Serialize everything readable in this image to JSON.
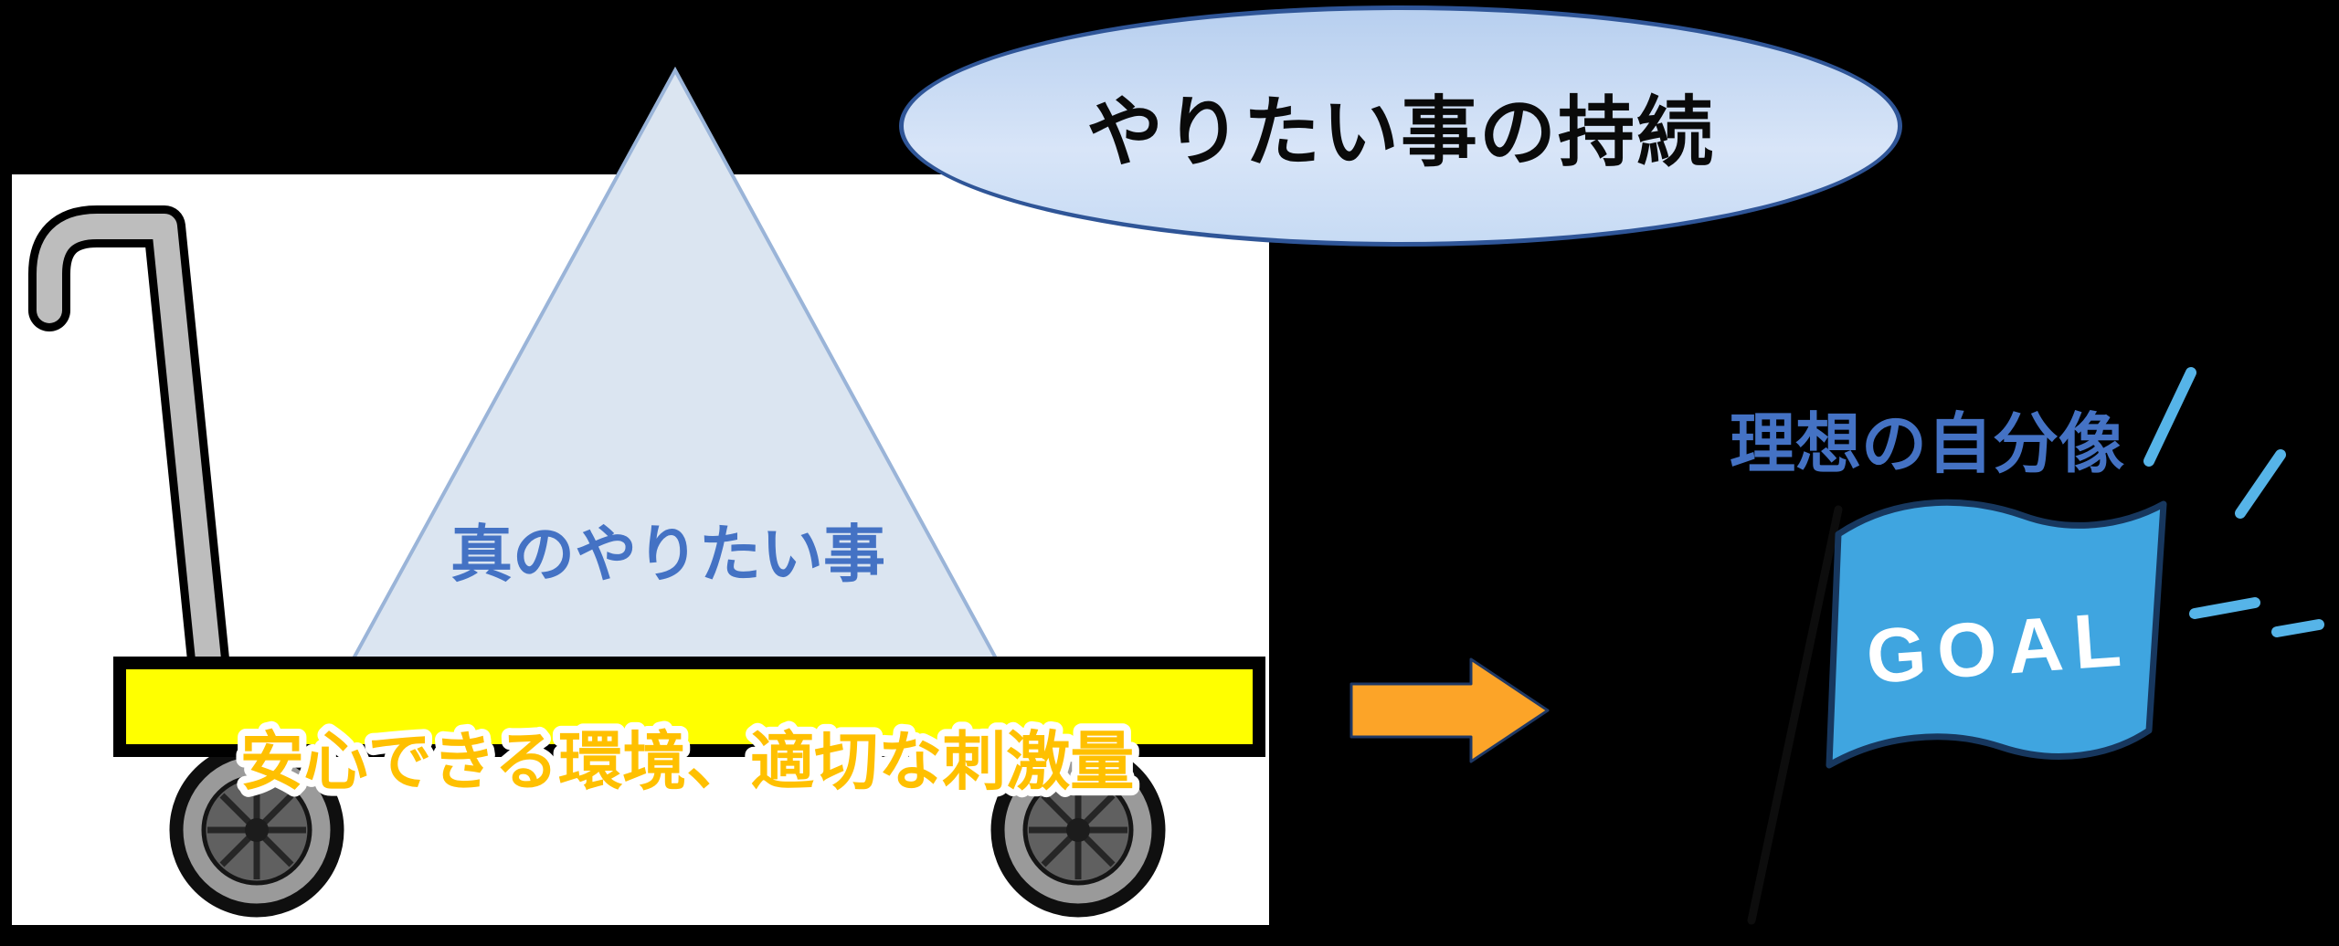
{
  "bubble": {
    "label": "やりたい事の持続"
  },
  "cart": {
    "triangle_label": "真のやりたい事",
    "platform_label": "安心できる環境、適切な刺激量"
  },
  "goal": {
    "title": "理想の自分像",
    "flag_label": "GOAL"
  },
  "icons": {
    "cart": "hand-truck-cart-icon",
    "arrow": "right-block-arrow-icon",
    "flag": "goal-flag-icon",
    "sparkles": "sparkle-dashes-icon"
  },
  "colors": {
    "background": "#000000",
    "bubble_fill": "#c9dcf5",
    "bubble_border": "#2f5597",
    "triangle_fill": "#dbe5f1",
    "triangle_border": "#9ab4d8",
    "triangle_text": "#4472c4",
    "platform_fill": "#ffff00",
    "platform_border": "#000000",
    "platform_text": "#ffc000",
    "arrow_fill": "#fca428",
    "arrow_border": "#1f3864",
    "flag_fill": "#3fa5e0",
    "flag_border": "#17375e",
    "goal_text": "#ffffff",
    "title_text": "#4472c4",
    "sparkle": "#56b4e8"
  }
}
